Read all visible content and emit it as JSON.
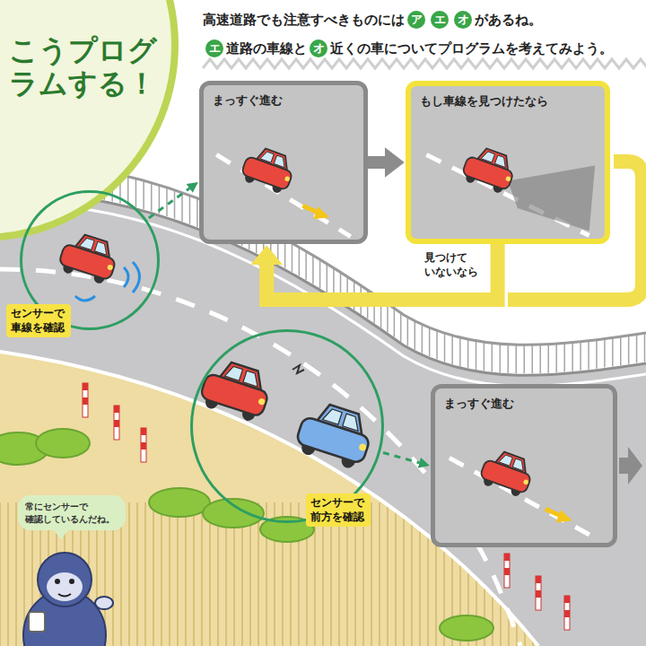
{
  "diagram": {
    "title": "こうプログラムする！",
    "nodes": [
      {
        "text": [
          "まっすぐ進む"
        ]
      },
      {
        "text": [
          "もし車線を見つけたなら"
        ]
      },
      {
        "text": [
          "センサーで 車線を確認"
        ]
      },
      {
        "text": [
          "センサーで 前方を確認"
        ]
      },
      {
        "text": [
          "まっすぐ進む"
        ]
      },
      {
        "text": [
          "常にセンサーで 確認しているんだね。"
        ]
      }
    ],
    "edges": [
      {
        "from": 2,
        "to": 0,
        "arrow": "to"
      },
      {
        "from": 0,
        "to": 1,
        "arrow": "to"
      },
      {
        "from": 1,
        "to": 0,
        "arrow": "to",
        "label": "見つけて いないなら"
      },
      {
        "from": 3,
        "to": 4,
        "arrow": "to"
      }
    ],
    "labels": [
      "高速道路でも注意すべきものには",
      "ア",
      "エ",
      "オ",
      "があるね。",
      "エ",
      "道路の車線と",
      "オ",
      "近くの車についてプログラムを考えてみよう。"
    ]
  }
}
